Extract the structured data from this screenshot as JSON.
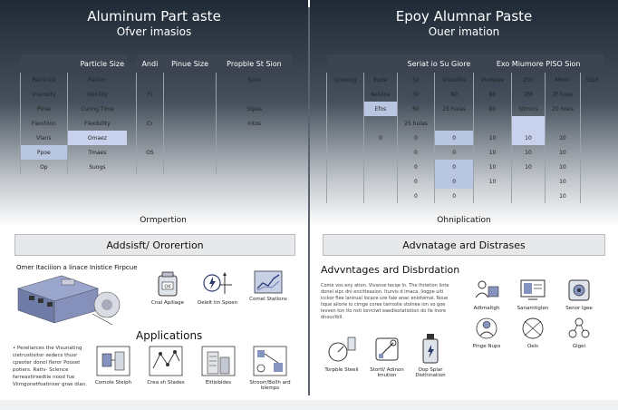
{
  "left": {
    "title": "Aluminum Part aste",
    "subtitle": "Ofver imasios",
    "table1": {
      "header": "Particle Size",
      "rows": [
        [
          "Particice",
          "Parkim"
        ],
        [
          "Viscosity",
          "Viecility"
        ],
        [
          "Plme",
          "Curing Time"
        ],
        [
          "Flexitiion",
          "Flexibility"
        ],
        [
          "Vlans",
          "Omaez"
        ],
        [
          "Ppoe",
          "Tmaes"
        ],
        [
          "Op",
          "Suogs"
        ]
      ]
    },
    "table2": {
      "headers": [
        "Andi",
        "Pinue Size",
        "Propble St Sion"
      ],
      "rows": [
        [
          "",
          "",
          "Sionl"
        ],
        [
          "Fl",
          "",
          ""
        ],
        [
          "",
          "",
          "Stpes"
        ],
        [
          "Cr",
          "",
          "Intos"
        ],
        [
          "",
          "",
          ""
        ],
        [
          "OS",
          "",
          ""
        ],
        [
          "",
          "",
          ""
        ]
      ]
    },
    "caption": "Ormpertion",
    "banner": "Addsisft/ Ororertion",
    "diagram_label": "Omer Itaciiion a linace Inistice Firpcue",
    "icons": [
      {
        "name": "Cnal Apiliage",
        "icon": "container-icon"
      },
      {
        "name": "Oelelt tin Spoen",
        "icon": "bolt-icon"
      },
      {
        "name": "Comel Stations",
        "icon": "chart-icon"
      }
    ],
    "applications_heading": "Applications",
    "bullets": "Pereliarces the Visunating cietrustisitor sedecs thusr cpeoter donol fleror Pooset potiers. Rativ- Sclence farreaxtirsedtie nood fue Viimgonetfoatinser grae dian.",
    "app_icons": [
      {
        "name": "Comole Steiph",
        "icon": "machine-icon"
      },
      {
        "name": "Crea sh Stades",
        "icon": "network-icon"
      },
      {
        "name": "Elitiobldes",
        "icon": "building-icon"
      },
      {
        "name": "Stroorr/Bollh ard blemps",
        "icon": "diagram-icon"
      }
    ]
  },
  "right": {
    "title": "Epoy Alumnar Paste",
    "subtitle": "Ouer imation",
    "table": {
      "group_headers": [
        "Seriat io Su Giore",
        "Exo Miumore PlSO Sion"
      ],
      "headers": [
        "Onoloug",
        "Epde",
        "So",
        "Visouthe",
        "Vlodaiee",
        "200",
        "Mooh",
        "Stplt"
      ],
      "rows": [
        [
          "",
          "Aelvice",
          "30",
          "80",
          "80",
          "2f8",
          "2f hoes",
          ""
        ],
        [
          "",
          "Efos",
          "60",
          "25 hulas",
          "80",
          "Sitmics",
          "20 hoes",
          ""
        ],
        [
          "",
          "",
          "25 hulas",
          "",
          "",
          "",
          "",
          ""
        ],
        [
          "",
          "0",
          "0",
          "0",
          "10",
          "10",
          "10",
          ""
        ],
        [
          "",
          "",
          "0",
          "0",
          "10",
          "10",
          "10",
          ""
        ],
        [
          "",
          "",
          "0",
          "0",
          "10",
          "10",
          "10",
          ""
        ],
        [
          "",
          "",
          "0",
          "0",
          "10",
          "",
          "10",
          ""
        ],
        [
          "",
          "",
          "0",
          "0",
          "",
          "",
          "10",
          ""
        ]
      ]
    },
    "caption": "Ohniplication",
    "banner": "Advnatage ard Distrases",
    "heading": "Advvntages ard Disbrdation",
    "paragraph": "Come vos eny ation. Vivsove tecqe ln. The Ihrietion linte donel sipc dni encitteasion. Iturvis d lmaca. liogpe uiti icckor flee lanirual locace ure fale anac eniotemal. Roue lique ailorie lo cimge coree tarrsolie stoinee ion vo goe levven ton tlo nsti lonrciwt eaedlestatiotion do lle Inore dnouctbll.",
    "icons": [
      {
        "name": "Adtmaltgh",
        "icon": "people-icon"
      },
      {
        "name": "Sanamtiglen",
        "icon": "screen-icon"
      },
      {
        "name": "Senor lgee",
        "icon": "sensor-icon"
      },
      {
        "name": "Pinge Nups",
        "icon": "person-icon"
      },
      {
        "name": "Oels",
        "icon": "circle-icon"
      },
      {
        "name": "Glgei",
        "icon": "molecule-icon"
      },
      {
        "name": "Torpble Steeil",
        "icon": "gauge-icon"
      },
      {
        "name": "Stortl/ Adinon Imution",
        "icon": "tools-icon"
      },
      {
        "name": "Oop Splar Disthination",
        "icon": "bottle-icon"
      }
    ]
  }
}
